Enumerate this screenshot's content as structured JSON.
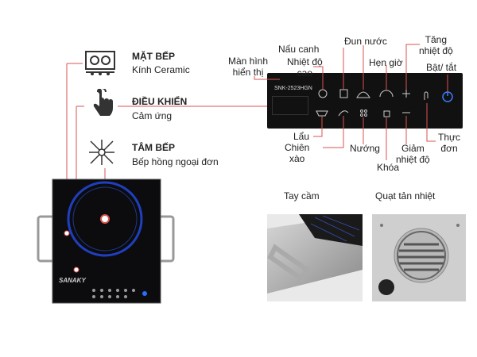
{
  "features": [
    {
      "title": "MẶT BẾP",
      "subtitle": "Kính Ceramic",
      "icon": "burner-grid-icon"
    },
    {
      "title": "ĐIỀU KHIỂN",
      "subtitle": "Cảm ứng",
      "icon": "touch-hand-icon"
    },
    {
      "title": "TÂM BẾP",
      "subtitle": "Bếp hồng ngoại đơn",
      "icon": "infrared-center-icon"
    }
  ],
  "stove": {
    "brand": "SANAKY",
    "model": "SNK-2523HGN"
  },
  "panel_labels": {
    "display_screen": [
      "Màn hình",
      "hiển thị"
    ],
    "soup": "Nấu canh",
    "high_temp": [
      "Nhiệt độ",
      "cao"
    ],
    "boil_water": "Đun nước",
    "timer": "Hẹn giờ",
    "temp_up": [
      "Tăng",
      "nhiệt độ"
    ],
    "power": [
      "Bật/ tắt"
    ],
    "hotpot": "Lẩu",
    "fry": [
      "Chiên",
      "xào"
    ],
    "grill": "Nướng",
    "lock": "Khóa",
    "temp_down": [
      "Giảm",
      "nhiệt độ"
    ],
    "menu": [
      "Thực",
      "đơn"
    ]
  },
  "photos": [
    {
      "label": "Tay cầm"
    },
    {
      "label": "Quạt tản nhiệt"
    }
  ],
  "colors": {
    "accent_line": "#d9534f",
    "panel_bg": "#111111",
    "ring_blue": "#2a55d6"
  }
}
